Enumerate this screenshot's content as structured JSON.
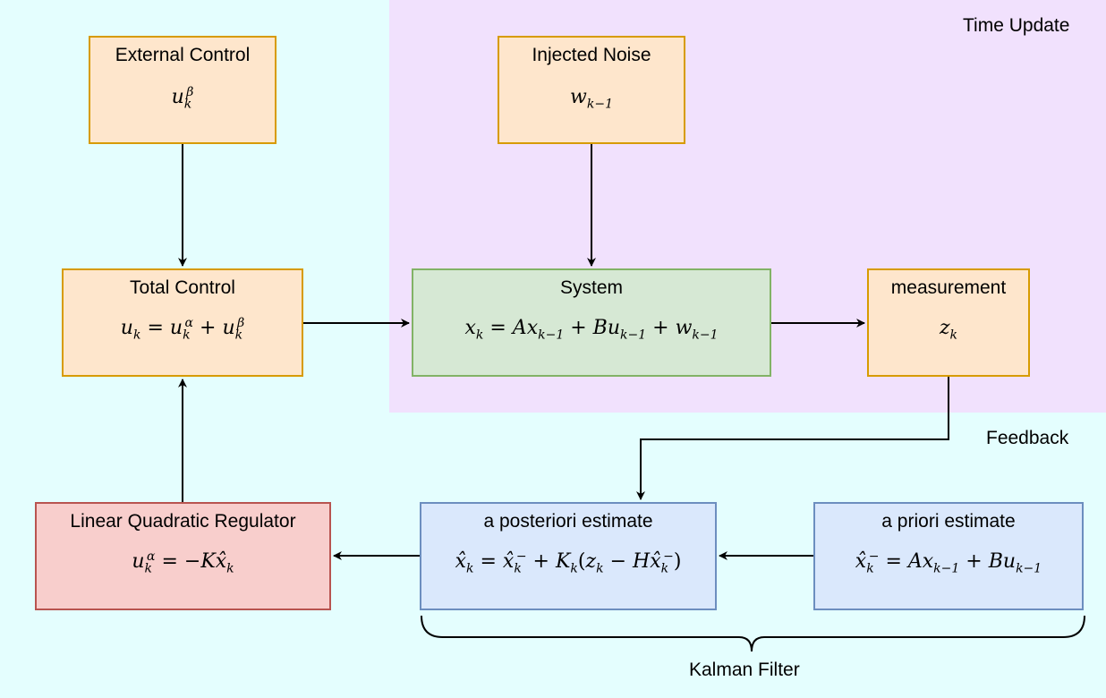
{
  "regions": {
    "time_update": "Time Update",
    "feedback": "Feedback",
    "kalman_filter": "Kalman Filter"
  },
  "boxes": {
    "external_control": {
      "title": "External Control"
    },
    "injected_noise": {
      "title": "Injected Noise"
    },
    "total_control": {
      "title": "Total Control"
    },
    "system": {
      "title": "System"
    },
    "measurement": {
      "title": "measurement"
    },
    "lqr": {
      "title": "Linear Quadratic Regulator"
    },
    "posteriori": {
      "title": "a posteriori estimate"
    },
    "priori": {
      "title": "a priori estimate"
    }
  },
  "colors": {
    "background": "#e4fefe",
    "time_update_region": "#f1e1fd",
    "orange_fill": "#fee6cc",
    "orange_stroke": "#d79b00",
    "green_fill": "#d6e8d4",
    "green_stroke": "#82b366",
    "blue_fill": "#dae8fc",
    "blue_stroke": "#6c8ebf",
    "red_fill": "#f8cecc",
    "red_stroke": "#b85450"
  }
}
